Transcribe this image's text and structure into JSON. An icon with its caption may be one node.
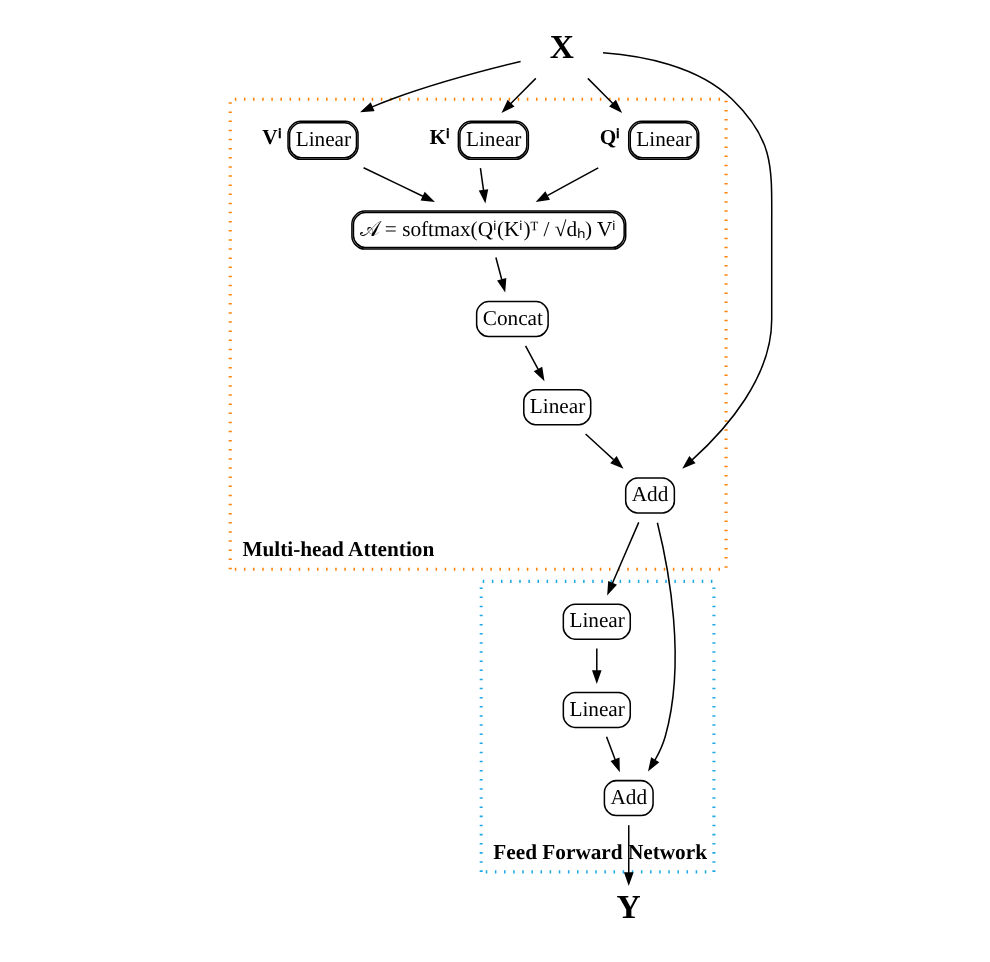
{
  "diagram": {
    "nodes": [
      {
        "text": [
          "X"
        ]
      },
      {
        "text": [
          "Multi-head Attention"
        ]
      },
      {
        "text": [
          "Linear"
        ],
        "in": 1,
        "beside": [
          "Qⁱ"
        ]
      },
      {
        "text": [
          "Linear"
        ],
        "in": 1,
        "beside": [
          "Kⁱ"
        ]
      },
      {
        "text": [
          "Linear"
        ],
        "in": 1,
        "beside": [
          "Vⁱ"
        ]
      },
      {
        "text": [
          "𝒜 = softmax(Qⁱ(Kⁱ)ᵀ / √dₕ) Vⁱ"
        ],
        "in": 1
      },
      {
        "text": [
          "Concat"
        ],
        "in": 1
      },
      {
        "text": [
          "Linear"
        ],
        "in": 1
      },
      {
        "text": [
          "Add"
        ],
        "in": 1
      },
      {
        "text": [
          "Feed Forward Network"
        ]
      },
      {
        "text": [
          "Linear"
        ],
        "in": 9
      },
      {
        "text": [
          "Linear"
        ],
        "in": 9
      },
      {
        "text": [
          "Add"
        ],
        "in": 9
      },
      {
        "text": [
          "Y"
        ]
      }
    ],
    "edges": [
      {
        "from": 0,
        "to": 2,
        "arrow": "to"
      },
      {
        "from": 0,
        "to": 3,
        "arrow": "to"
      },
      {
        "from": 0,
        "to": 4,
        "arrow": "to"
      },
      {
        "from": 0,
        "to": 8,
        "arrow": "to"
      },
      {
        "from": 2,
        "to": 5,
        "arrow": "to"
      },
      {
        "from": 3,
        "to": 5,
        "arrow": "to"
      },
      {
        "from": 4,
        "to": 5,
        "arrow": "to"
      },
      {
        "from": 5,
        "to": 6,
        "arrow": "to"
      },
      {
        "from": 6,
        "to": 7,
        "arrow": "to"
      },
      {
        "from": 7,
        "to": 8,
        "arrow": "to"
      },
      {
        "from": 8,
        "to": 10,
        "arrow": "to"
      },
      {
        "from": 10,
        "to": 11,
        "arrow": "to"
      },
      {
        "from": 11,
        "to": 12,
        "arrow": "to"
      },
      {
        "from": 8,
        "to": 12,
        "arrow": "to"
      },
      {
        "from": 12,
        "to": 13,
        "arrow": "to"
      }
    ]
  }
}
